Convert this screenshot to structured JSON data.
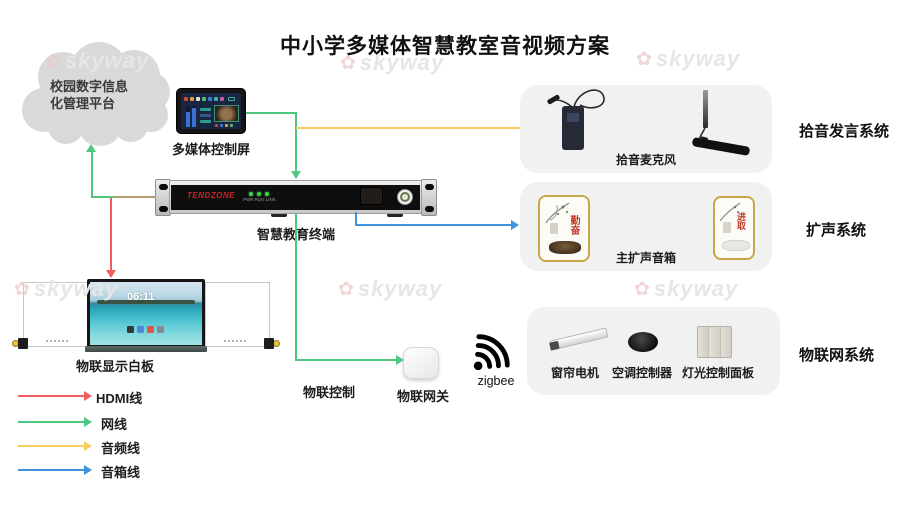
{
  "title": "中小学多媒体智慧教室音视频方案",
  "watermark": {
    "logo_icon": "✿",
    "text": "skyway"
  },
  "cloud": {
    "line1": "校园数字信息",
    "line2": "化管理平台"
  },
  "control_screen": {
    "label": "多媒体控制屏"
  },
  "terminal": {
    "brand": "TENDZONE",
    "led_labels": "PWR RUN LINK",
    "label": "智慧教育终端"
  },
  "whiteboard": {
    "label": "物联显示白板",
    "clock": "06:11"
  },
  "iot": {
    "control_label": "物联控制",
    "gateway_label": "物联网关",
    "zigbee_label": "zigbee"
  },
  "systems": {
    "pickup": {
      "name": "拾音发言系统",
      "item": "拾音麦克风"
    },
    "sound": {
      "name": "扩声系统",
      "item": "主扩声音箱",
      "left_speaker_art": "勤奋",
      "right_speaker_art": "进取"
    },
    "iot_system": {
      "name": "物联网系统",
      "items": {
        "curtain": "窗帘电机",
        "ac": "空调控制器",
        "light": "灯光控制面板"
      }
    }
  },
  "legend": {
    "items": [
      {
        "label": "HDMI线",
        "color": "#f15c5c"
      },
      {
        "label": "网线",
        "color": "#4fc87f"
      },
      {
        "label": "音频线",
        "color": "#f6cd5f"
      },
      {
        "label": "音箱线",
        "color": "#3f92dc"
      }
    ]
  },
  "blend_color": "#b29a6d"
}
